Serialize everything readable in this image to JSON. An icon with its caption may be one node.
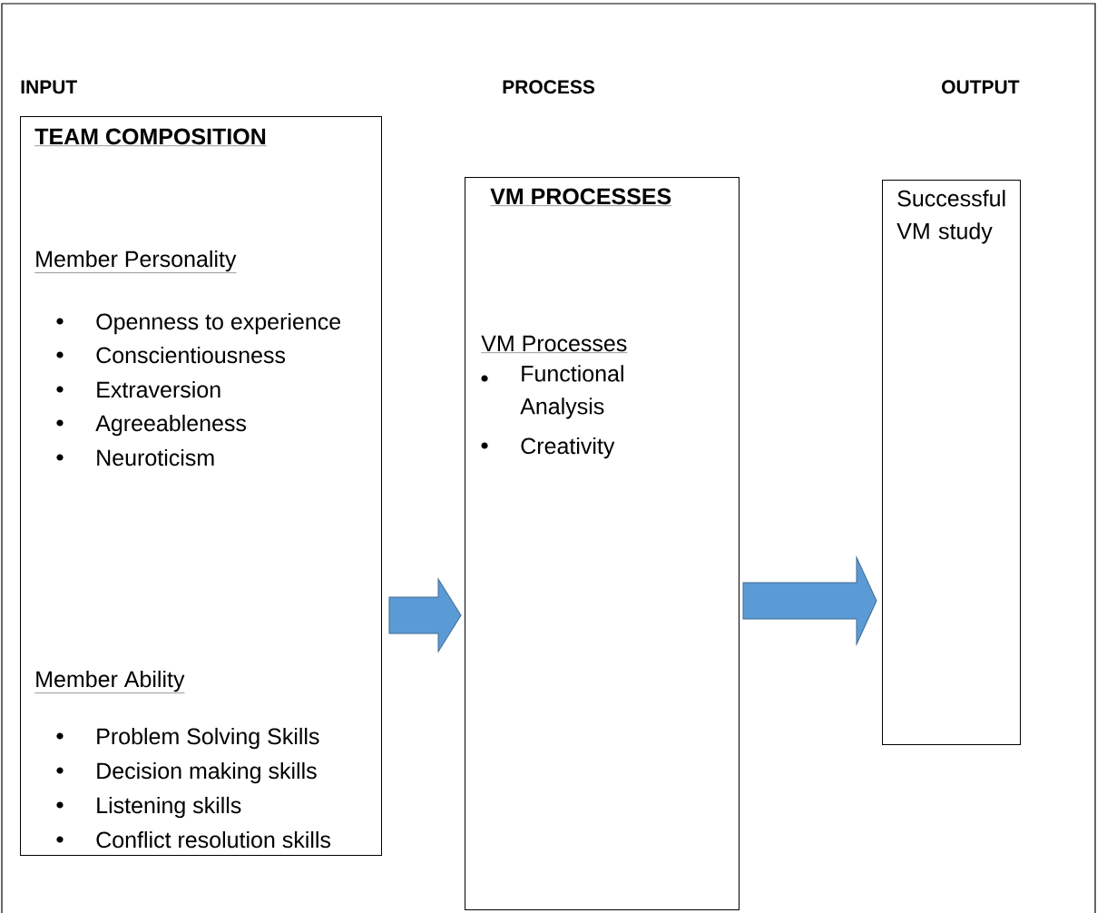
{
  "diagram": {
    "nodes": [
      {
        "text": [
          "TEAM COMPOSITION",
          "Member Personality",
          "Openness to experience",
          "Conscientiousness",
          "Extraversion",
          "Agreeableness",
          "Neuroticism",
          "Member Ability",
          "Problem Solving Skills",
          "Decision making skills",
          "Listening skills",
          "Conflict resolution skills"
        ]
      },
      {
        "text": [
          "VM PROCESSES",
          "VM Processes",
          "Functional Analysis",
          "Creativity"
        ]
      },
      {
        "text": [
          "Successful VM study"
        ]
      }
    ],
    "edges": [
      {
        "from": 0,
        "to": 1,
        "arrow": "to"
      },
      {
        "from": 1,
        "to": 2,
        "arrow": "to"
      }
    ],
    "labels": [
      "INPUT",
      "PROCESS",
      "OUTPUT"
    ]
  }
}
